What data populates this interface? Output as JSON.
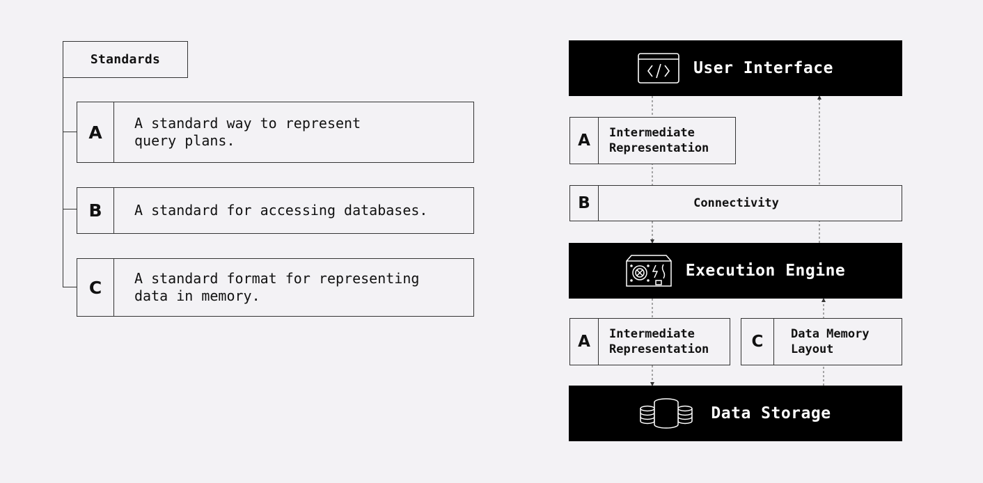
{
  "standards": {
    "title": "Standards",
    "items": [
      {
        "letter": "A",
        "text": "A standard way to represent\nquery plans."
      },
      {
        "letter": "B",
        "text": "A standard for accessing databases."
      },
      {
        "letter": "C",
        "text": "A standard format for representing\ndata in memory."
      }
    ]
  },
  "architecture": {
    "user_interface": "User Interface",
    "ir_top": {
      "letter": "A",
      "label": "Intermediate\nRepresentation"
    },
    "connectivity": {
      "letter": "B",
      "label": "Connectivity"
    },
    "execution_engine": "Execution Engine",
    "ir_bottom": {
      "letter": "A",
      "label": "Intermediate\nRepresentation"
    },
    "data_memory_layout": {
      "letter": "C",
      "label": "Data Memory\nLayout"
    },
    "data_storage": "Data Storage"
  },
  "icons": {
    "user_interface": "code-window-icon",
    "execution_engine": "engine-chassis-icon",
    "data_storage": "database-stack-icon"
  },
  "colors": {
    "background": "#f3f2f5",
    "block": "#000000",
    "line": "#333333"
  }
}
